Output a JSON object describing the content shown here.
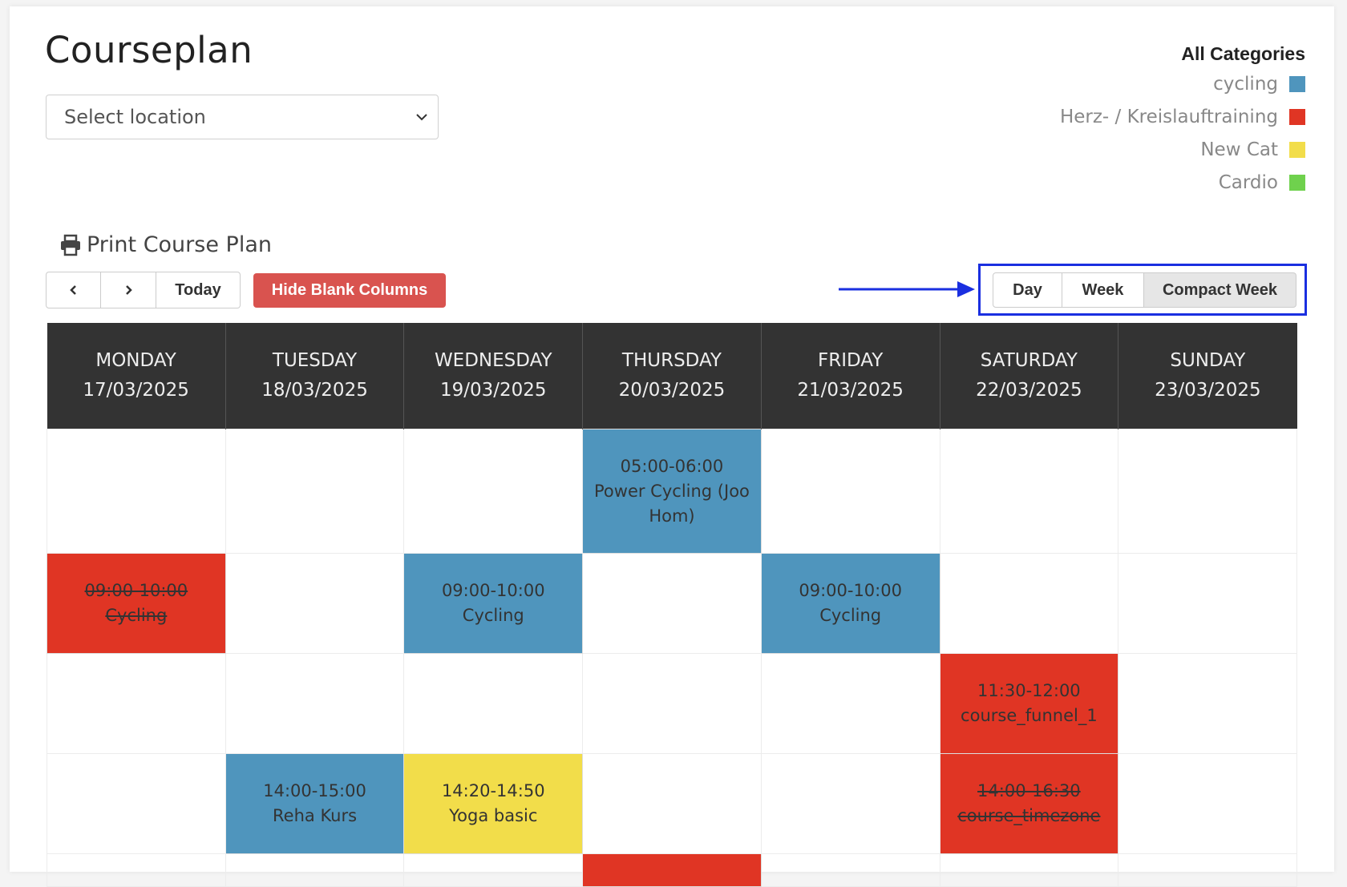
{
  "title": "Courseplan",
  "location_select": {
    "value": "Select location"
  },
  "legend": {
    "title": "All Categories",
    "items": [
      {
        "label": "cycling",
        "color": "#4f95bd"
      },
      {
        "label": "Herz- / Kreislauftraining",
        "color": "#e03524"
      },
      {
        "label": "New Cat",
        "color": "#f2dd4a"
      },
      {
        "label": "Cardio",
        "color": "#6fd14d"
      }
    ]
  },
  "print_label": "Print Course Plan",
  "toolbar": {
    "prev_label": "‹",
    "next_label": "›",
    "today_label": "Today",
    "hide_blank_label": "Hide Blank Columns"
  },
  "view_modes": {
    "day": "Day",
    "week": "Week",
    "compact_week": "Compact Week"
  },
  "days": [
    {
      "name": "MONDAY",
      "date": "17/03/2025"
    },
    {
      "name": "TUESDAY",
      "date": "18/03/2025"
    },
    {
      "name": "WEDNESDAY",
      "date": "19/03/2025"
    },
    {
      "name": "THURSDAY",
      "date": "20/03/2025"
    },
    {
      "name": "FRIDAY",
      "date": "21/03/2025"
    },
    {
      "name": "SATURDAY",
      "date": "22/03/2025"
    },
    {
      "name": "SUNDAY",
      "date": "23/03/2025"
    }
  ],
  "events": {
    "thu_0500": {
      "time": "05:00-06:00",
      "name": "Power Cycling (Joo Hom)",
      "color": "#4f95bd"
    },
    "mon_0900": {
      "time": "09:00-10:00",
      "name": "Cycling",
      "color": "#e03524",
      "cancelled": true
    },
    "wed_0900": {
      "time": "09:00-10:00",
      "name": "Cycling",
      "color": "#4f95bd"
    },
    "fri_0900": {
      "time": "09:00-10:00",
      "name": "Cycling",
      "color": "#4f95bd"
    },
    "sat_1130": {
      "time": "11:30-12:00",
      "name": "course_funnel_1",
      "color": "#e03524"
    },
    "tue_1400": {
      "time": "14:00-15:00",
      "name": "Reha Kurs",
      "color": "#4f95bd"
    },
    "wed_1420": {
      "time": "14:20-14:50",
      "name": "Yoga basic",
      "color": "#f2dd4a"
    },
    "sat_1400": {
      "time": "14:00-16:30",
      "name": "course_timezone",
      "color": "#e03524",
      "cancelled": true
    },
    "thu_next": {
      "color": "#e03524"
    }
  }
}
